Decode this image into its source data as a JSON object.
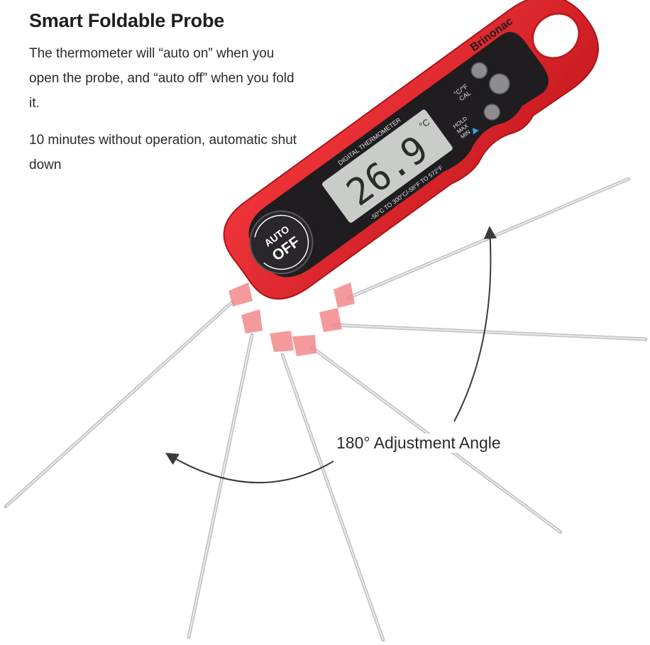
{
  "heading": "Smart Foldable Probe",
  "paragraphs": [
    "The thermometer will “auto on” when you open the probe, and “auto off” when you fold it.",
    "10 minutes without operation, automatic shut down"
  ],
  "angle_label": "180° Adjustment Angle",
  "device": {
    "brand": "Brinonac",
    "display_caption": "DIGITAL THERMOMETER",
    "reading": "26.9",
    "unit": "°C",
    "range_text": "-50°C TO 300°C/-58°F TO 572°F",
    "button_labels": {
      "cf": "°C/°F",
      "cal": "CAL",
      "hold": "HOLD",
      "max": "MAX",
      "min": "MIN"
    },
    "auto_off_label": {
      "line1": "AUTO",
      "line2": "OFF"
    }
  },
  "colors": {
    "body_red": "#e0252b",
    "body_dark_red": "#b8161c",
    "faceplate": "#1f1d1f",
    "lcd": "#c9ccc8",
    "lcd_text": "#2a2d2b",
    "hinge_pink": "#f28b8c",
    "probe_steel": "#b8bcc0"
  }
}
